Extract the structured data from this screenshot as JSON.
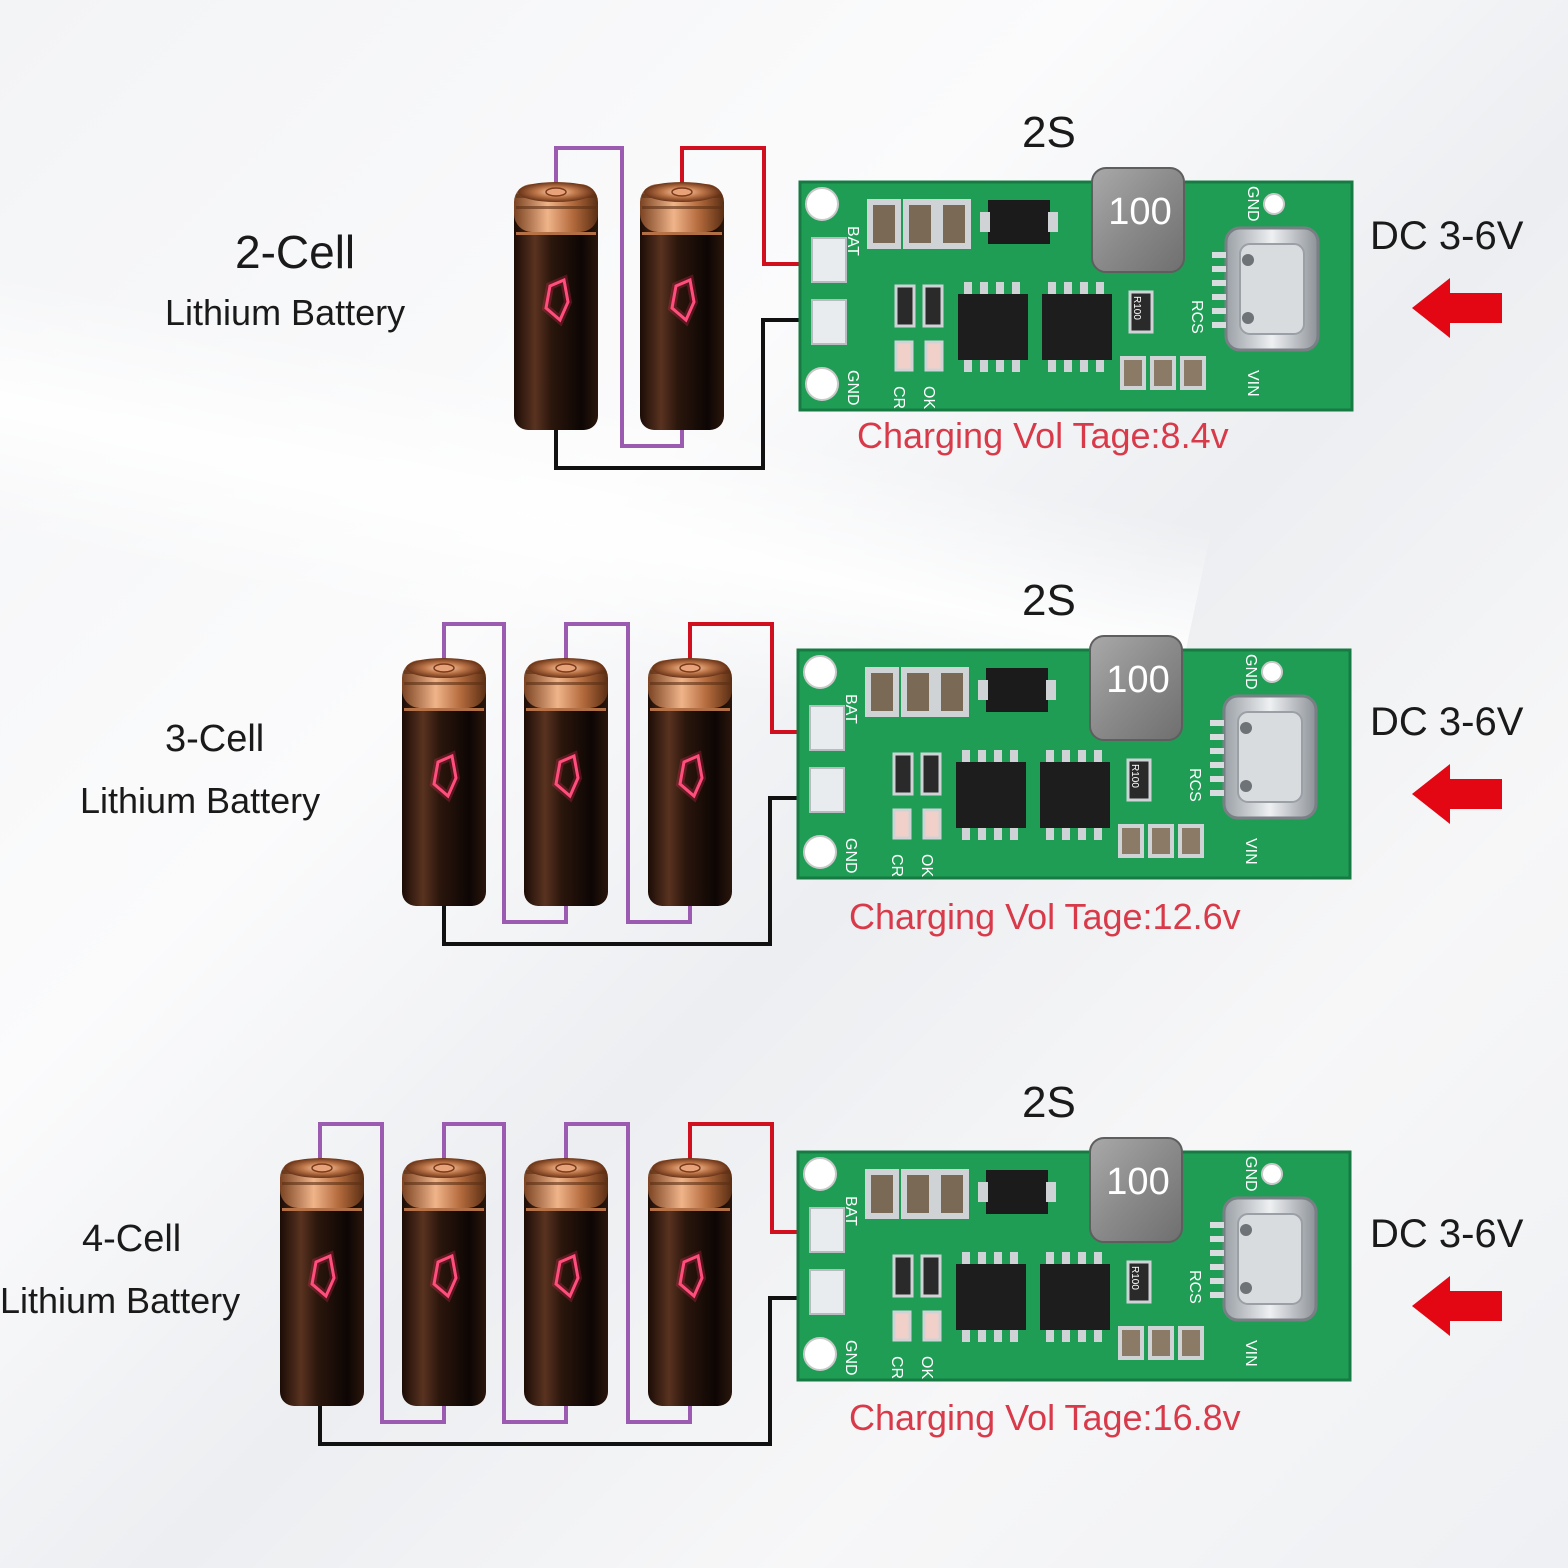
{
  "rows": [
    {
      "cell_count": 2,
      "cell_label": "2-Cell",
      "battery_label": "Lithium Battery",
      "module_label": "2S",
      "input_label": "DC 3-6V",
      "charging_label": "Charging Vol Tage:8.4v"
    },
    {
      "cell_count": 3,
      "cell_label": "3-Cell",
      "battery_label": "Lithium Battery",
      "module_label": "2S",
      "input_label": "DC 3-6V",
      "charging_label": "Charging Vol Tage:12.6v"
    },
    {
      "cell_count": 4,
      "cell_label": "4-Cell",
      "battery_label": "Lithium Battery",
      "module_label": "2S",
      "input_label": "DC 3-6V",
      "charging_label": "Charging Vol Tage:16.8v"
    }
  ],
  "board": {
    "inductor_label": "100",
    "pin_bat": "BAT",
    "pin_gnd": "GND",
    "pin_rcs": "RCS",
    "pin_vin": "VIN",
    "pin_cr": "CR",
    "pin_ok": "OK",
    "resistor_label": "R100"
  },
  "colors": {
    "wire_positive": "#d0101e",
    "wire_series": "#9b5bb0",
    "wire_negative": "#111111",
    "pcb": "#1f9d55",
    "arrow": "#e30613",
    "charging_text": "#d93a4a"
  }
}
